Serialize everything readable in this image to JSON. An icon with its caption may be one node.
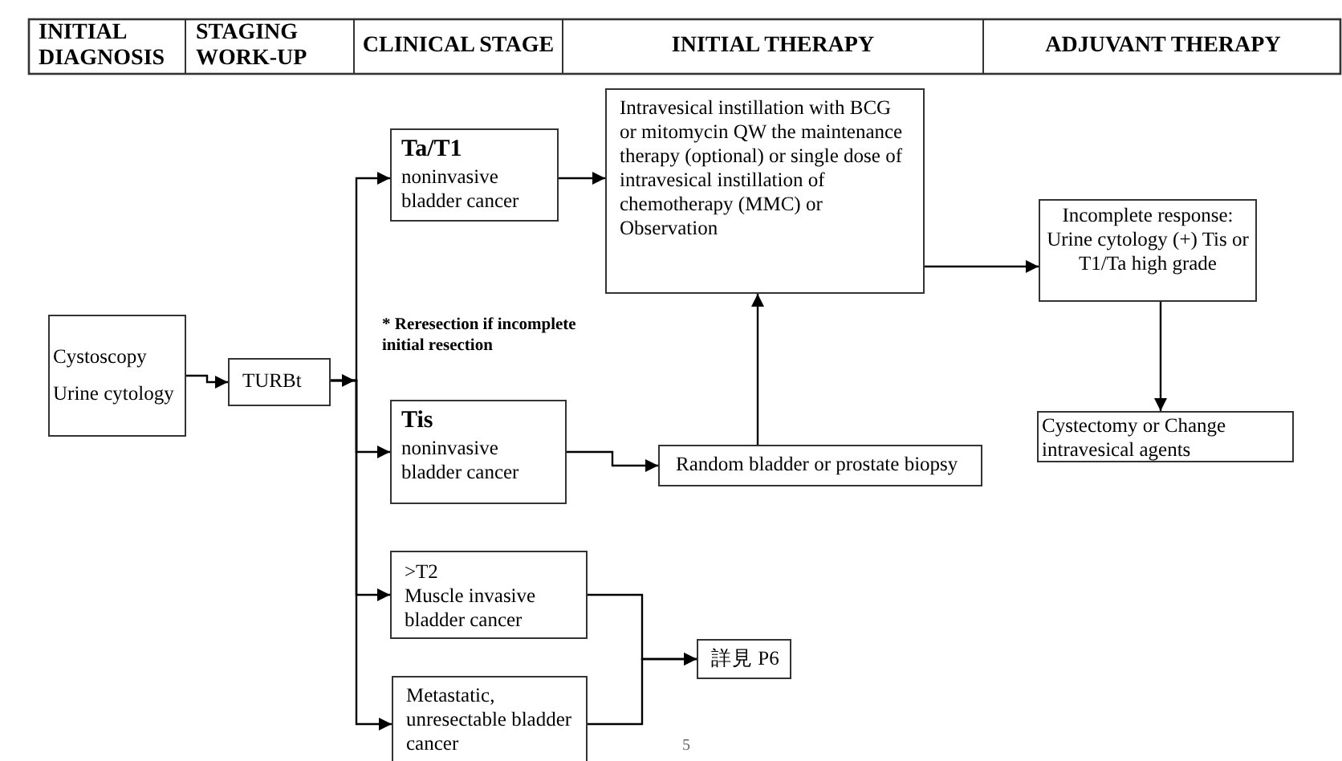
{
  "diagram": {
    "nodes": [
      {
        "text": [
          "Cystoscopy",
          "Urine cytology"
        ]
      },
      {
        "text": [
          "TURBt"
        ]
      },
      {
        "text": [
          "Ta/T1",
          "noninvasive bladder cancer"
        ]
      },
      {
        "text": [
          "Intravesical instillation with BCG or mitomycin QW the maintenance therapy (optional) or single dose of intravesical instillation of chemotherapy (MMC) or Observation"
        ]
      },
      {
        "text": [
          "Incomplete response: Urine cytology (+) Tis or T1/Ta high grade"
        ]
      },
      {
        "text": [
          "Cystectomy or Change intravesical agents"
        ]
      },
      {
        "text": [
          "Tis",
          "noninvasive bladder cancer"
        ]
      },
      {
        "text": [
          "Random bladder or prostate biopsy"
        ]
      },
      {
        "text": [
          ">T2",
          "Muscle invasive bladder cancer"
        ]
      },
      {
        "text": [
          "Metastatic, unresectable bladder cancer"
        ]
      },
      {
        "text": [
          "詳見 P6"
        ]
      }
    ],
    "edges": [
      {
        "from": 0,
        "to": 1,
        "arrow": "to"
      },
      {
        "from": 1,
        "to": 2,
        "arrow": "to"
      },
      {
        "from": 1,
        "to": 6,
        "arrow": "to"
      },
      {
        "from": 1,
        "to": 8,
        "arrow": "to"
      },
      {
        "from": 1,
        "to": 9,
        "arrow": "to"
      },
      {
        "from": 2,
        "to": 3,
        "arrow": "to"
      },
      {
        "from": 6,
        "to": 7,
        "arrow": "to"
      },
      {
        "from": 7,
        "to": 3,
        "arrow": "to"
      },
      {
        "from": 3,
        "to": 4,
        "arrow": "to"
      },
      {
        "from": 4,
        "to": 5,
        "arrow": "to"
      },
      {
        "from": 8,
        "to": 10,
        "arrow": "to"
      },
      {
        "from": 9,
        "to": 10,
        "arrow": "to"
      }
    ],
    "labels": [
      "INITIAL DIAGNOSIS",
      "STAGING WORK-UP",
      "CLINICAL STAGE",
      "INITIAL THERAPY",
      "ADJUVANT THERAPY",
      "* Reresection if incomplete initial resection",
      "5"
    ]
  }
}
